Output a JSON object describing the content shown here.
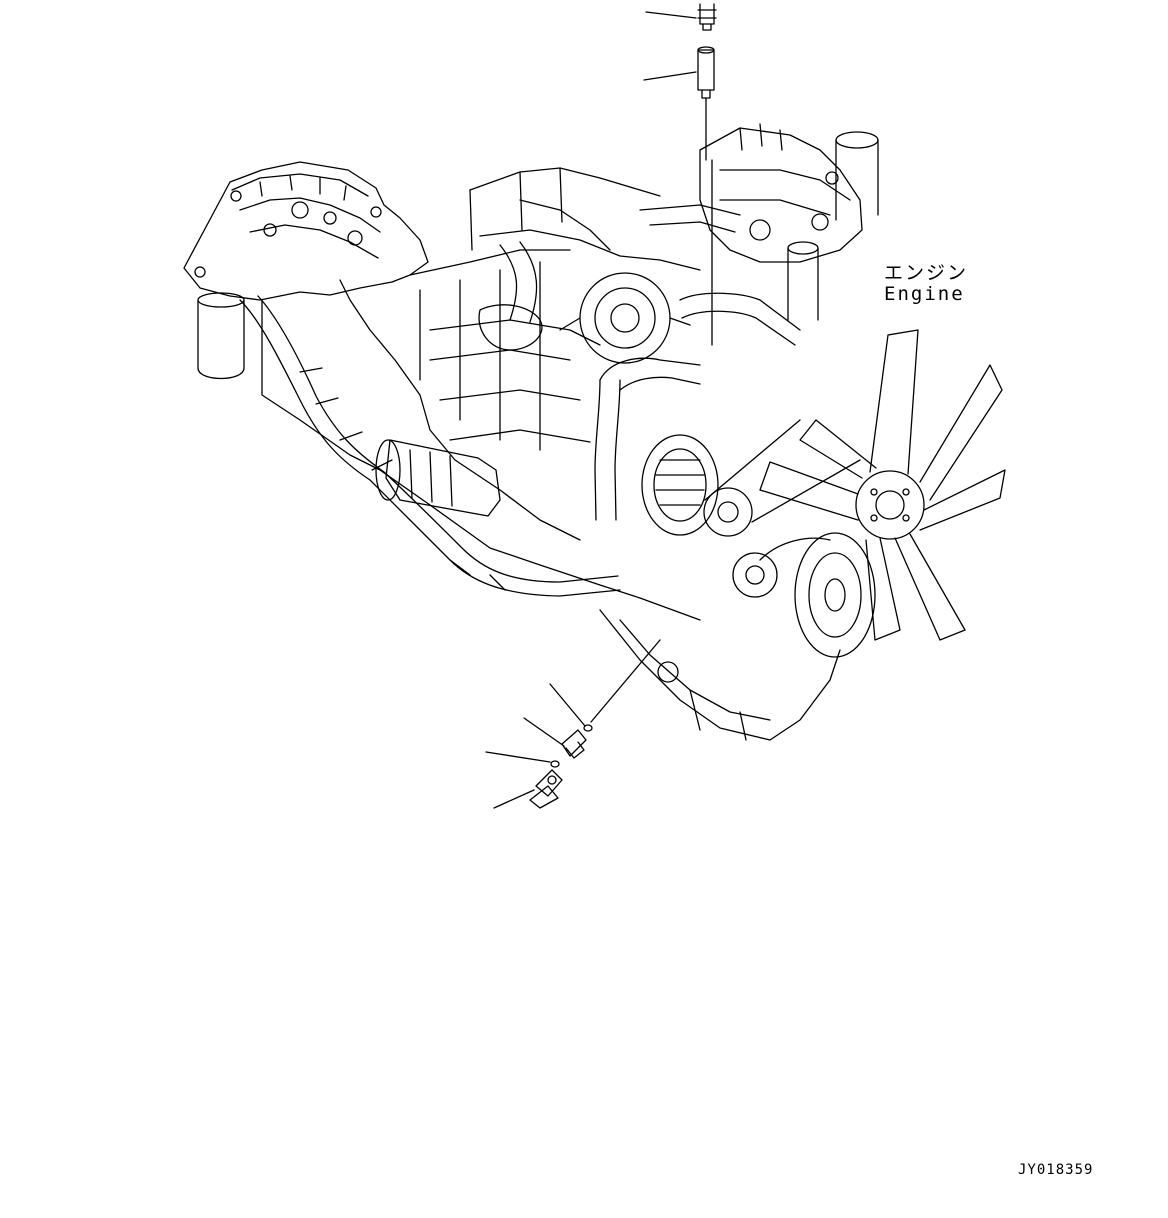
{
  "labels": {
    "engine_jp": "エンジン",
    "engine_en": "Engine",
    "drawing_id": "JY018359"
  },
  "colors": {
    "line": "#000000",
    "background": "#ffffff"
  }
}
